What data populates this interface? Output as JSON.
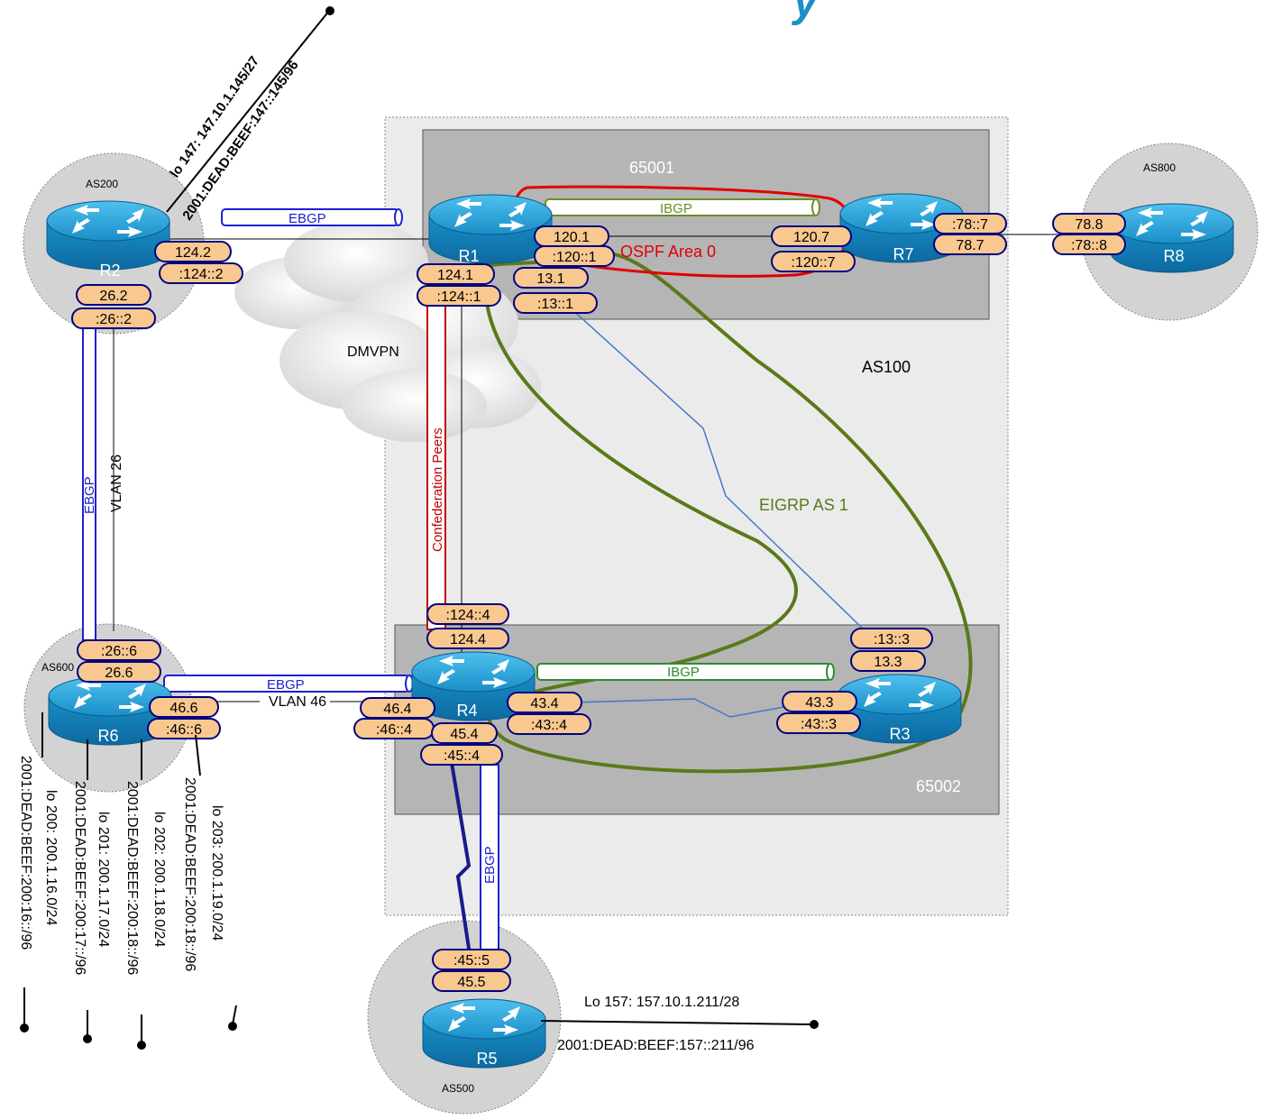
{
  "header": {
    "title_fragment": "y"
  },
  "zones": {
    "as100": "AS100",
    "conf_65001": "65001",
    "conf_65002": "65002",
    "as200": "AS200",
    "as800": "AS800",
    "as600": "AS600",
    "as500": "AS500"
  },
  "routers": {
    "r1": "R1",
    "r2": "R2",
    "r3": "R3",
    "r4": "R4",
    "r5": "R5",
    "r6": "R6",
    "r7": "R7",
    "r8": "R8"
  },
  "interfaces": {
    "r2_124": "124.2",
    "r2_124v6": ":124::2",
    "r2_26": "26.2",
    "r2_26v6": ":26::2",
    "r1_120": "120.1",
    "r1_120v6": ":120::1",
    "r1_124": "124.1",
    "r1_124v6": ":124::1",
    "r1_13": "13.1",
    "r1_13v6": ":13::1",
    "r7_120": "120.7",
    "r7_120v6": ":120::7",
    "r7_78v6": ":78::7",
    "r7_78": "78.7",
    "r8_78": "78.8",
    "r8_78v6": ":78::8",
    "r4_124v6": ":124::4",
    "r4_124": "124.4",
    "r4_43": "43.4",
    "r4_43v6": ":43::4",
    "r4_46": "46.4",
    "r4_46v6": ":46::4",
    "r4_45": "45.4",
    "r4_45v6": ":45::4",
    "r3_13v6": ":13::3",
    "r3_13": "13.3",
    "r3_43": "43.3",
    "r3_43v6": ":43::3",
    "r6_26v6": ":26::6",
    "r6_26": "26.6",
    "r6_46": "46.6",
    "r6_46v6": ":46::6",
    "r5_45v6": ":45::5",
    "r5_45": "45.5"
  },
  "links": {
    "ebgp_r2_r1": "EBGP",
    "ibgp_r1_r7": "IBGP",
    "ospf": "OSPF Area 0",
    "dmvpn": "DMVPN",
    "confed": "Confederation Peers",
    "eigrp": "EIGRP AS 1",
    "ebgp_r2_r6": "EBGP",
    "vlan26": "VLAN 26",
    "ebgp_r6_r4": "EBGP",
    "vlan46": "VLAN 46",
    "ibgp_r4_r3": "IBGP",
    "ebgp_r4_r5": "EBGP"
  },
  "loopbacks": {
    "r2_v4": "lo 147: 147.10.1.145/27",
    "r2_v6": "2001:DEAD:BEEF:147::145/96",
    "r5_v4": "Lo 157: 157.10.1.211/28",
    "r5_v6": "2001:DEAD:BEEF:157::211/96",
    "r6_lo200": "lo 200: 200.1.16.0/24",
    "r6_lo200v6": "2001:DEAD:BEEF:200:16::/96",
    "r6_lo201": "lo 201: 200.1.17.0/24",
    "r6_lo201v6": "2001:DEAD:BEEF:200:17::/96",
    "r6_lo202": "lo 202: 200.1.18.0/24",
    "r6_lo202v6": "2001:DEAD:BEEF:200:18::/96",
    "r6_lo203": "lo 203: 200.1.19.0/24",
    "r6_lo203v6": "2001:DEAD:BEEF:200:18::/96"
  },
  "colors": {
    "pill_fill": "#f8c88f",
    "pill_border": "#000080",
    "ebgp": "#1f1fd0",
    "ibgp": "#6b8e23",
    "ospf": "#e00000",
    "confed": "#c00000",
    "eigrp": "#5a7a1a",
    "router": "#1a8fc8"
  }
}
